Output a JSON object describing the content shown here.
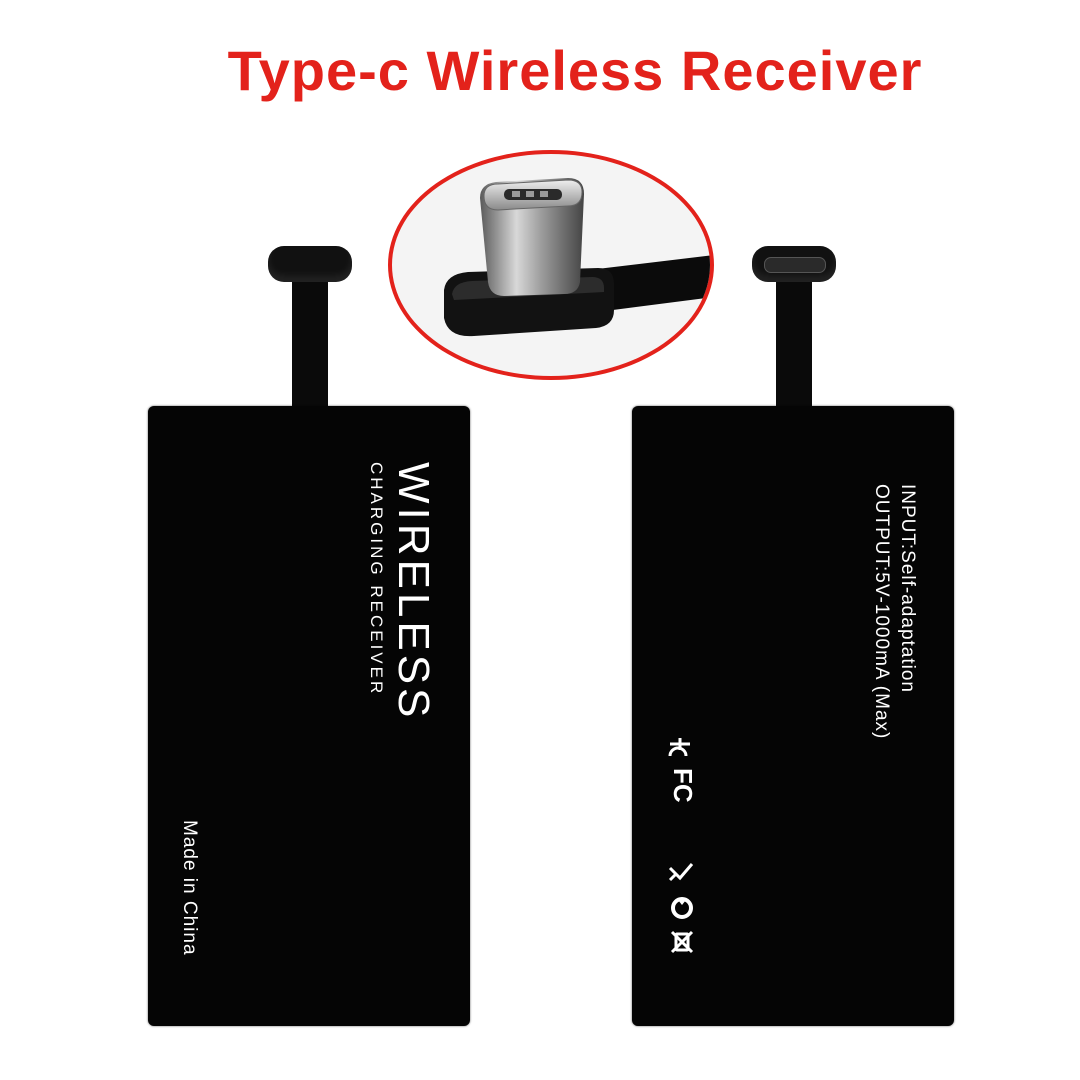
{
  "title": "Type-c Wireless Receiver",
  "front_card": {
    "brand_line1": "WIRELESS",
    "brand_line2": "CHARGING RECEIVER",
    "origin": "Made in China"
  },
  "back_card": {
    "input_spec": "INPUT:Self-adaptation",
    "output_spec": "OUTPUT:5V-1000mA (Max)",
    "cert_fc": "FC"
  },
  "colors": {
    "title": "#e3221b",
    "card": "#050505",
    "circle_outline": "#e3221b"
  }
}
